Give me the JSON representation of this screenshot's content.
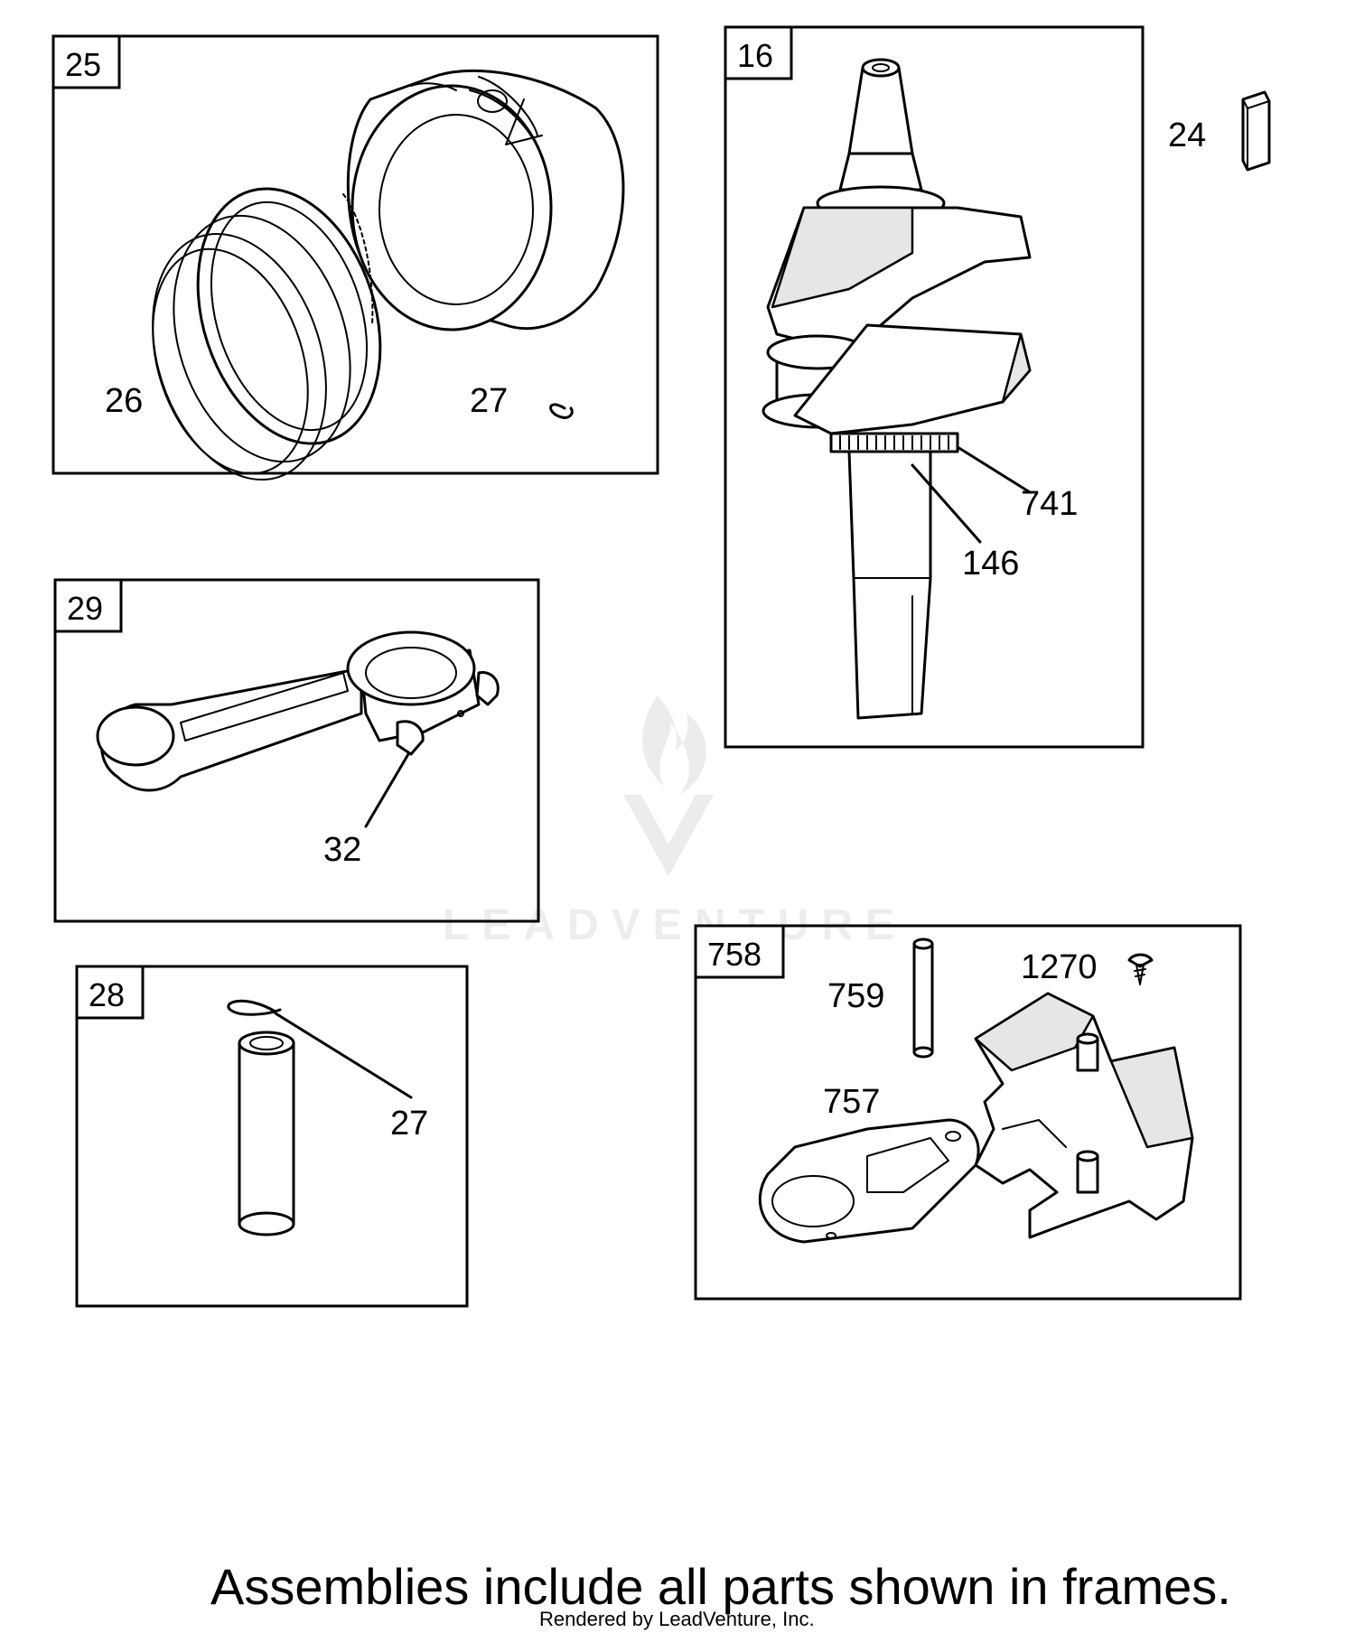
{
  "frames": {
    "piston_assembly": {
      "ref": "25",
      "parts": {
        "rings": "26",
        "retainer": "27"
      }
    },
    "crankshaft": {
      "ref": "16",
      "parts": {
        "gear": "741",
        "key": "146"
      }
    },
    "connecting_rod": {
      "ref": "29",
      "parts": {
        "screw": "32"
      }
    },
    "piston_pin": {
      "ref": "28",
      "parts": {
        "retainer": "27"
      }
    },
    "counterweight": {
      "ref": "758",
      "parts": {
        "pin": "759",
        "screw": "1270",
        "link": "757"
      }
    }
  },
  "loose_parts": {
    "key": "24"
  },
  "note": "Assemblies include all parts shown in frames.",
  "credit": "Rendered by LeadVenture, Inc.",
  "watermark": "LEADVENTURE",
  "colors": {
    "line": "#000000",
    "background": "#ffffff",
    "watermark": "#ededed"
  }
}
